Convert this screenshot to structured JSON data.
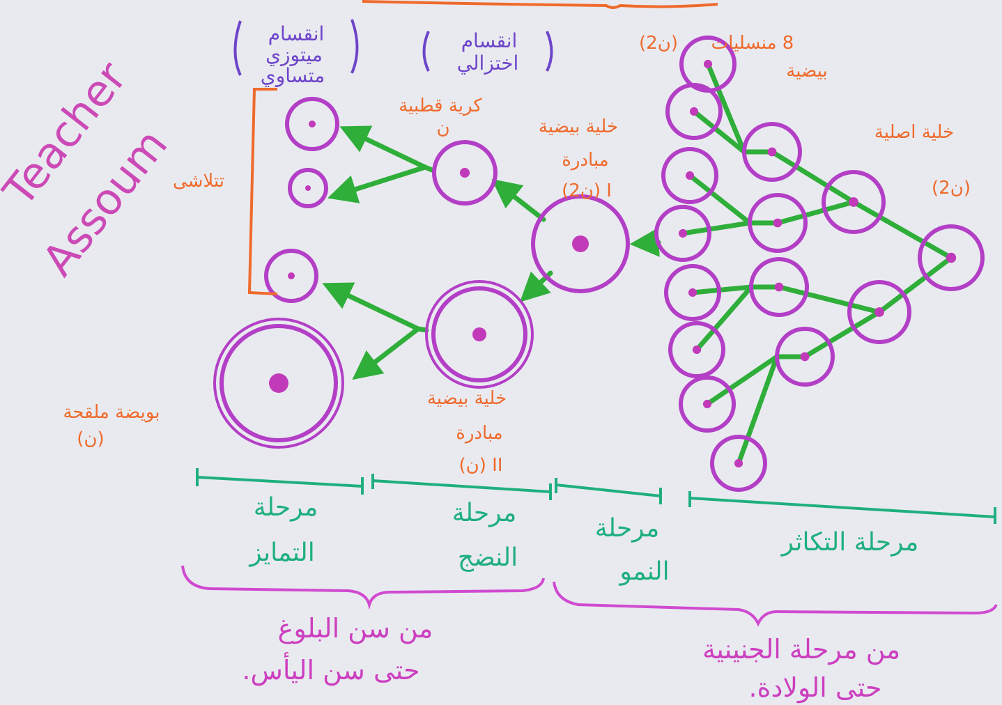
{
  "colors": {
    "paper": "#e9eaf0",
    "cell": "#b33fc6",
    "nucleus": "#c13ab9",
    "arrow": "#2fae3a",
    "orange_label": "#ef6a2b",
    "purple_label": "#6d45c9",
    "stage_label": "#1faf7f",
    "brace": "#d04ad0",
    "signature": "#cc4ab6"
  },
  "signature": {
    "line1": "Teacher",
    "line2": "Assoum"
  },
  "division_labels": {
    "equational": {
      "line1": "انقسام",
      "line2": "ميتوزي",
      "line3": "متساوي"
    },
    "reductional": {
      "line1": "انقسام",
      "line2": "اختزالي"
    }
  },
  "cell_labels": {
    "oogonia": {
      "line1": "8 منسليات",
      "line2": "بيضية",
      "paren": "(2ن)"
    },
    "germ_cell": {
      "line1": "خلية اصلية",
      "paren": "(2ن)"
    },
    "primary_oocyte": {
      "line1": "خلية بيضية",
      "line2": "مبادرة",
      "line3": "(2ن) I"
    },
    "polar_body": {
      "line1": "كرية قطبية",
      "line2": "ن"
    },
    "secondary_oocyte": {
      "line1": "خلية بيضية",
      "line2": "مبادرة",
      "line3": "(ن) II"
    },
    "ovum": {
      "line1": "بويضة ملقحة",
      "line2": "(ن)"
    },
    "degenerate": "تتلاشى"
  },
  "stages": [
    {
      "line1": "مرحلة",
      "line2": "التمايز"
    },
    {
      "line1": "مرحلة",
      "line2": "النضج"
    },
    {
      "line1": "مرحلة",
      "line2": "النمو"
    },
    {
      "line1": "مرحلة التكاثر",
      "line2": ""
    }
  ],
  "periods": {
    "puberty": {
      "line1": "من سن البلوغ",
      "line2": "حتى سن اليأس."
    },
    "embryonic": {
      "line1": "من مرحلة الجنينية",
      "line2": "حتى الولادة."
    }
  }
}
